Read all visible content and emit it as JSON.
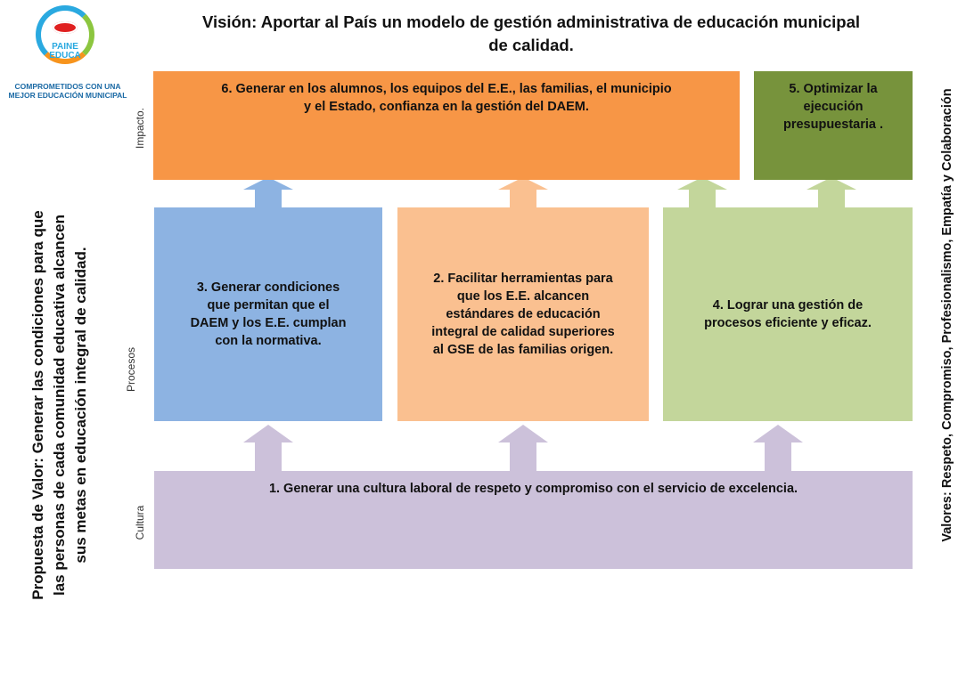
{
  "logo": {
    "name_line1": "PAINE",
    "name_line2": "EDUCA",
    "tagline_line1": "COMPROMETIDOS CON UNA",
    "tagline_line2": "MEJOR EDUCACIÓN MUNICIPAL"
  },
  "vision": {
    "line1": "Visión:  Aportar al País un modelo de gestión administrativa  de educación  municipal",
    "line2": "de calidad."
  },
  "propuesta": {
    "line1": "Propuesta de Valor:  Generar las condiciones para que",
    "line2": "las personas de cada comunidad educativa alcancen",
    "line3": "sus metas en educación integral de calidad."
  },
  "valores": "Valores: Respeto, Compromiso, Profesionalismo, Empatía  y Colaboración",
  "row_labels": {
    "impacto": "Impacto.",
    "procesos": "Procesos",
    "cultura": "Cultura"
  },
  "boxes": {
    "b6": {
      "line1": "6. Generar en los alumnos, los equipos del E.E., las familias, el municipio",
      "line2": "y el Estado, confianza  en la gestión del DAEM.",
      "color": "#f79646"
    },
    "b5": {
      "line1": "5.  Optimizar la",
      "line2": "ejecución",
      "line3": "presupuestaria .",
      "color": "#77933c"
    },
    "b3": {
      "line1": "3. Generar condiciones",
      "line2": "que permitan que el",
      "line3": "DAEM y los E.E. cumplan",
      "line4": "con la normativa.",
      "color": "#8db3e2"
    },
    "b2": {
      "line1": "2. Facilitar  herramientas para",
      "line2": "que los E.E. alcancen",
      "line3": "estándares de educación",
      "line4": "integral de calidad superiores",
      "line5": "al GSE de las familias  origen.",
      "color": "#fac090"
    },
    "b4": {
      "line1": "4. Lograr una gestión de",
      "line2": "procesos eficiente y eficaz.",
      "color": "#c3d69b"
    },
    "b1": {
      "line1": "1. Generar una cultura laboral de respeto y compromiso con el servicio de excelencia.",
      "color": "#ccc1da"
    }
  },
  "arrow_colors": {
    "blue": "#8db3e2",
    "peach": "#fac090",
    "green": "#c3d69b",
    "lavender": "#ccc1da"
  }
}
